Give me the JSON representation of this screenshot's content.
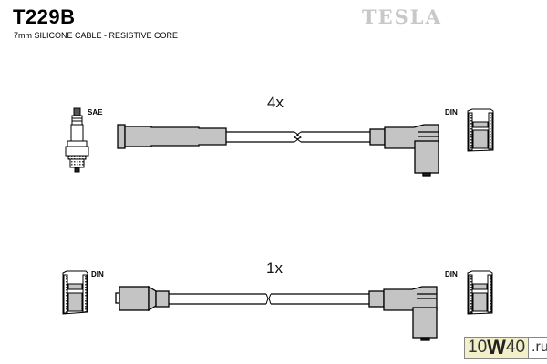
{
  "header": {
    "part_number": "T229B",
    "subtitle": "7mm SILICONE CABLE -  RESISTIVE CORE",
    "brand": "TESLA"
  },
  "cables": [
    {
      "quantity": "4x",
      "left_connector_label": "SAE",
      "right_connector_label": "DIN"
    },
    {
      "quantity": "1x",
      "left_connector_label": "DIN",
      "right_connector_label": "DIN"
    }
  ],
  "colors": {
    "boot_fill": "#c4c4c4",
    "outline": "#000000",
    "brand": "#c8c8c8"
  },
  "watermark": {
    "prefix": "10",
    "highlight": "W",
    "middle": "40",
    "suffix": ".ru"
  }
}
